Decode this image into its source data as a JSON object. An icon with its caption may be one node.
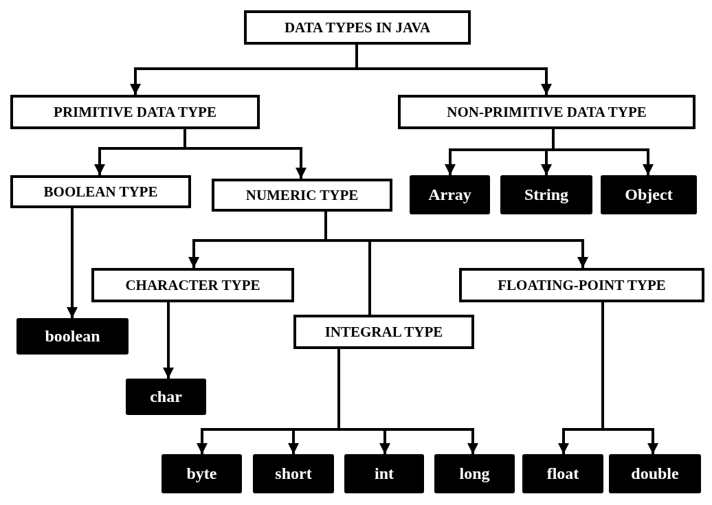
{
  "diagram": {
    "nodes": [
      {
        "text": [
          "DATA TYPES IN JAVA"
        ]
      },
      {
        "text": [
          "PRIMITIVE DATA TYPE"
        ]
      },
      {
        "text": [
          "NON-PRIMITIVE DATA TYPE"
        ]
      },
      {
        "text": [
          "BOOLEAN TYPE"
        ]
      },
      {
        "text": [
          "NUMERIC TYPE"
        ]
      },
      {
        "text": [
          "Array"
        ]
      },
      {
        "text": [
          "String"
        ]
      },
      {
        "text": [
          "Object"
        ]
      },
      {
        "text": [
          "CHARACTER TYPE"
        ]
      },
      {
        "text": [
          "FLOATING-POINT TYPE"
        ]
      },
      {
        "text": [
          "boolean"
        ]
      },
      {
        "text": [
          "INTEGRAL TYPE"
        ]
      },
      {
        "text": [
          "char"
        ]
      },
      {
        "text": [
          "byte"
        ]
      },
      {
        "text": [
          "short"
        ]
      },
      {
        "text": [
          "int"
        ]
      },
      {
        "text": [
          "long"
        ]
      },
      {
        "text": [
          "float"
        ]
      },
      {
        "text": [
          "double"
        ]
      }
    ],
    "edges": [
      {
        "from": 0,
        "to": 1,
        "arrow": "to"
      },
      {
        "from": 0,
        "to": 2,
        "arrow": "to"
      },
      {
        "from": 1,
        "to": 3,
        "arrow": "to"
      },
      {
        "from": 1,
        "to": 4,
        "arrow": "to"
      },
      {
        "from": 2,
        "to": 5,
        "arrow": "to"
      },
      {
        "from": 2,
        "to": 6,
        "arrow": "to"
      },
      {
        "from": 2,
        "to": 7,
        "arrow": "to"
      },
      {
        "from": 4,
        "to": 8,
        "arrow": "to"
      },
      {
        "from": 4,
        "to": 11,
        "arrow": "none"
      },
      {
        "from": 4,
        "to": 9,
        "arrow": "to"
      },
      {
        "from": 3,
        "to": 10,
        "arrow": "to"
      },
      {
        "from": 8,
        "to": 12,
        "arrow": "to"
      },
      {
        "from": 11,
        "to": 13,
        "arrow": "to"
      },
      {
        "from": 11,
        "to": 14,
        "arrow": "to"
      },
      {
        "from": 11,
        "to": 15,
        "arrow": "to"
      },
      {
        "from": 11,
        "to": 16,
        "arrow": "to"
      },
      {
        "from": 9,
        "to": 17,
        "arrow": "to"
      },
      {
        "from": 9,
        "to": 18,
        "arrow": "to"
      }
    ]
  }
}
